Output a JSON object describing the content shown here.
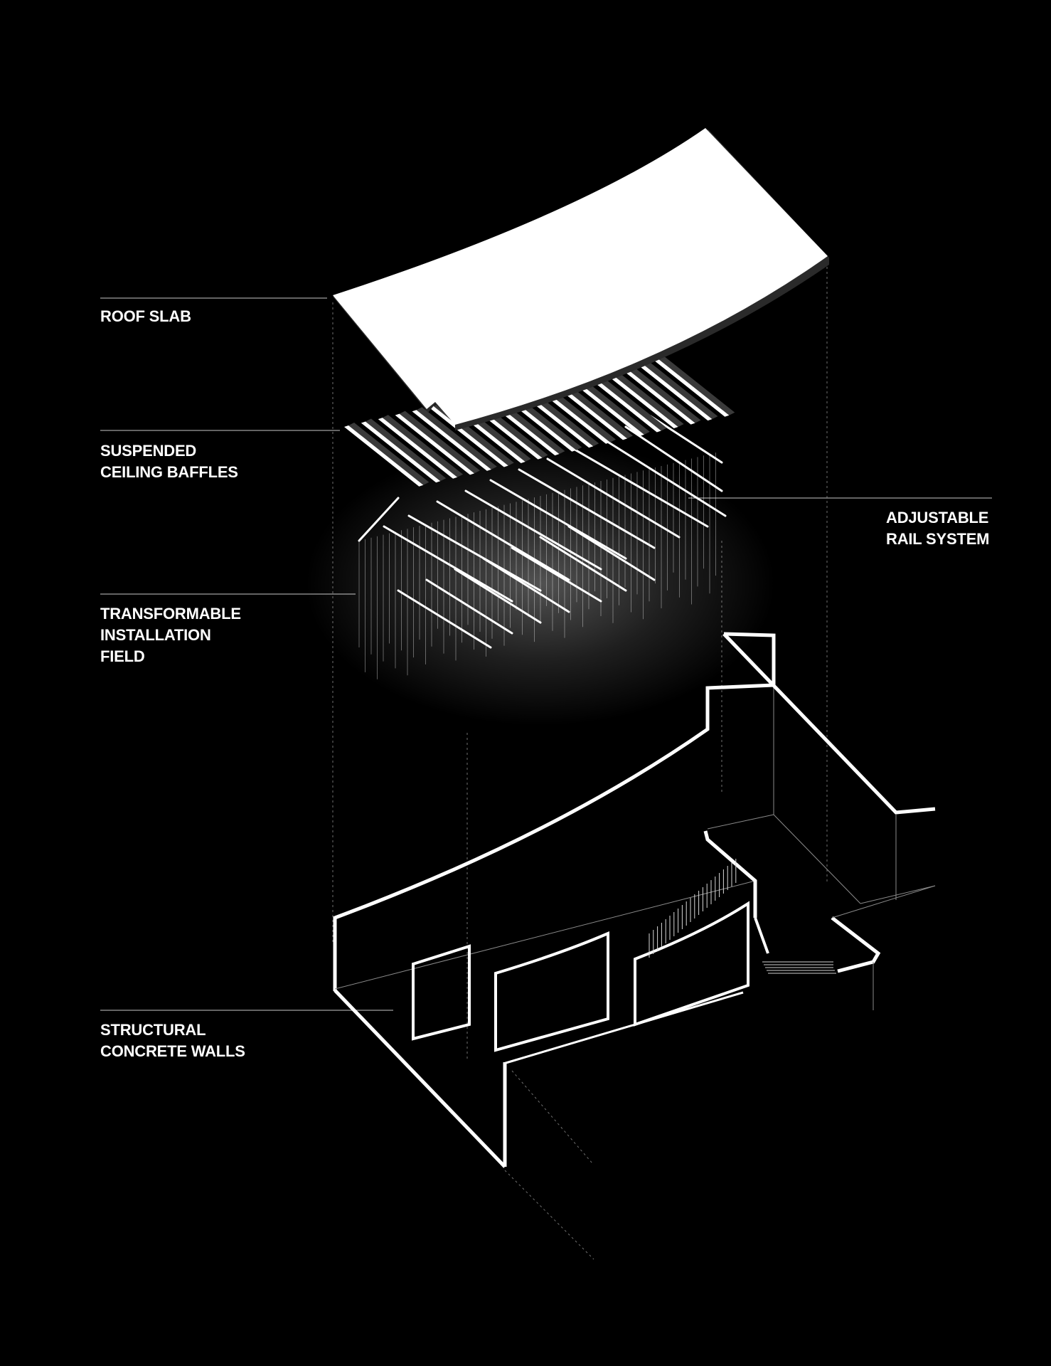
{
  "labels": {
    "roof_slab": "ROOF SLAB",
    "ceiling_baffles": [
      "SUSPENDED",
      "CEILING BAFFLES"
    ],
    "installation_field": [
      "TRANSFORMABLE",
      "INSTALLATION",
      "FIELD"
    ],
    "structural_walls": [
      "STRUCTURAL",
      "CONCRETE WALLS"
    ],
    "rail_system": [
      "ADJUSTABLE",
      "RAIL SYSTEM"
    ]
  },
  "colors": {
    "background": "#000000",
    "foreground": "#ffffff",
    "leader": "#9a9a9a",
    "guide": "#6e6e6e"
  }
}
